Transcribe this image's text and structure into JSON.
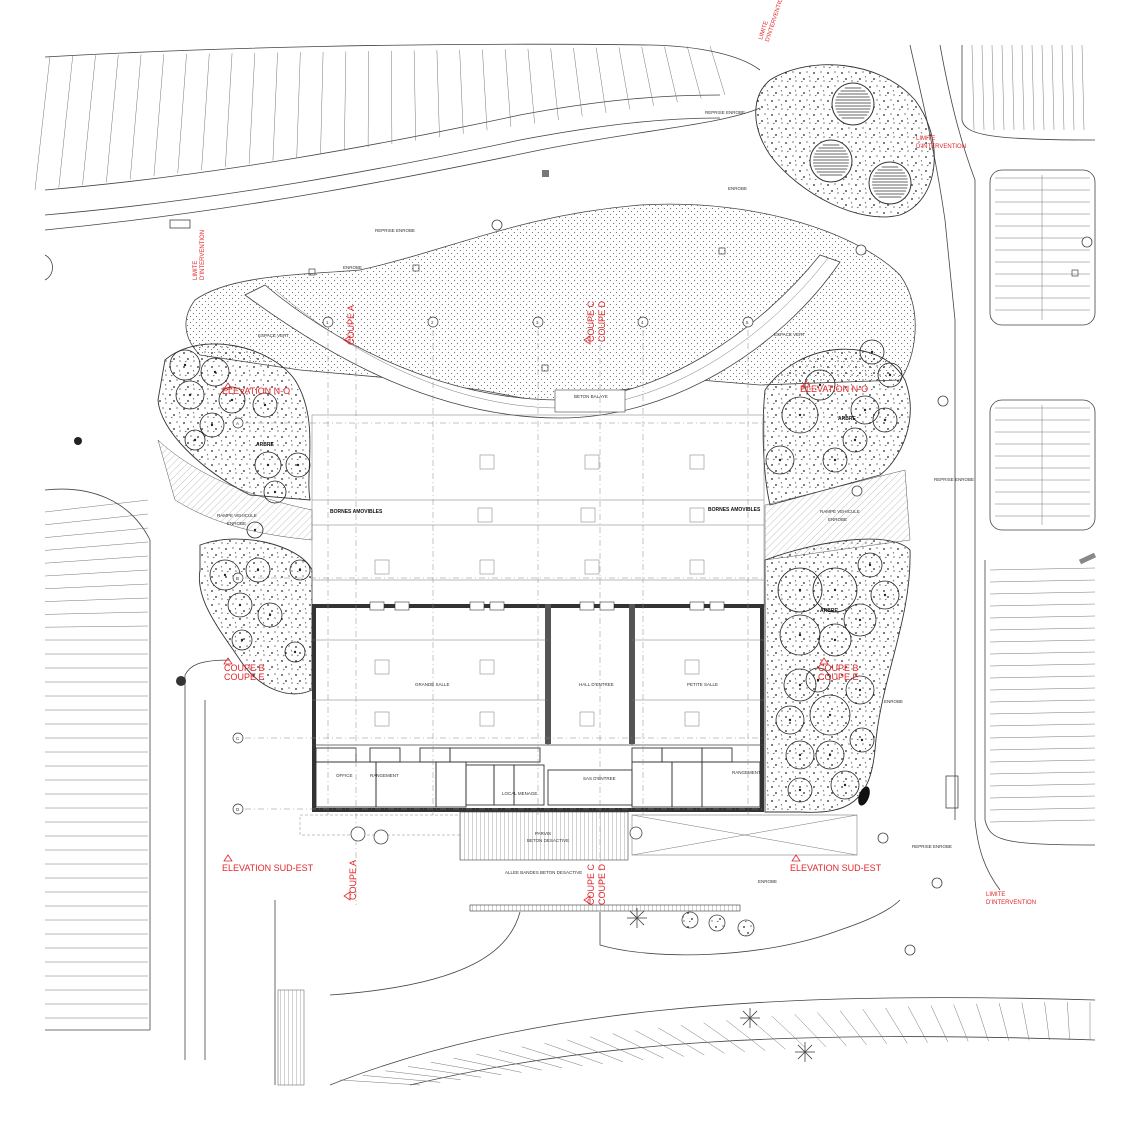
{
  "labels": {
    "limite_top": [
      "LIMITE",
      "D'INTERVENTION"
    ],
    "limite_right": [
      "LIMITE",
      "D'INTERVENTION"
    ],
    "limite_bottom_right": [
      "LIMITE",
      "D'INTERVENTION"
    ],
    "limite_left": [
      "LIMITE",
      "D'INTERVENTION"
    ],
    "elevation_no_left": "ELEVATION N-O",
    "elevation_no_right": "ELEVATION N-O",
    "elevation_se_left": "ELEVATION SUD-EST",
    "elevation_se_right": "ELEVATION SUD-EST",
    "coupe_a_top": "COUPE A",
    "coupe_a_bottom": "COUPE A",
    "coupe_c_top": "COUPE C",
    "coupe_d_top": "COUPE D",
    "coupe_c_bottom": "COUPE C",
    "coupe_d_bottom": "COUPE D",
    "coupe_b_left": "COUPE B",
    "coupe_e_left": "COUPE E",
    "coupe_b_right": "COUPE B",
    "coupe_e_right": "COUPE E"
  },
  "site_text": {
    "reprise_enrobe_top": "REPRISE ENROBE",
    "enrobe_top": "ENROBE",
    "reprise_enrobe_mid": "REPRISE ENROBE",
    "enrobe_left": "ENROBE",
    "espace_vert_left": "ESPACE VERT",
    "espace_vert_right": "ESPACE VERT",
    "beton_balaye": "BETON BALAYE",
    "arbre_left": "ARBRE",
    "arbre_right": "ARBRE",
    "arbre_right2": "ARBRE",
    "bornes_left": "BORNES AMOVIBLES",
    "bornes_right": "BORNES AMOVIBLES",
    "rampe_left": "RAMPE VEHICULE",
    "rampe_right": "RAMPE VEHICULE",
    "enrobe_rampe_left": "ENROBE",
    "enrobe_rampe_right": "ENROBE",
    "reprise_enrobe_right": "REPRISE ENROBE",
    "enrobe_right": "ENROBE",
    "reprise_enrobe_br": "REPRISE ENROBE",
    "enrobe_bottom": "ENROBE",
    "grande_salle": "GRANDE SALLE",
    "hall_d_entree": "HALL D'ENTREE",
    "petite_salle": "PETITE SALLE",
    "office": "OFFICE",
    "rangement_left": "RANGEMENT",
    "rangement_right": "RANGEMENT",
    "sas_entree": "SAS D'ENTREE",
    "local_menage": "LOCAL MENAGE",
    "parvis": "PARVIS",
    "beton_desactive": "BETON DESACTIVE",
    "allee": "ALLEE BANDES BETON DESACTIVE"
  },
  "grid_axes": {
    "columns": [
      "1",
      "2",
      "3",
      "4",
      "5"
    ],
    "rows": [
      "A",
      "B",
      "C",
      "D"
    ]
  }
}
